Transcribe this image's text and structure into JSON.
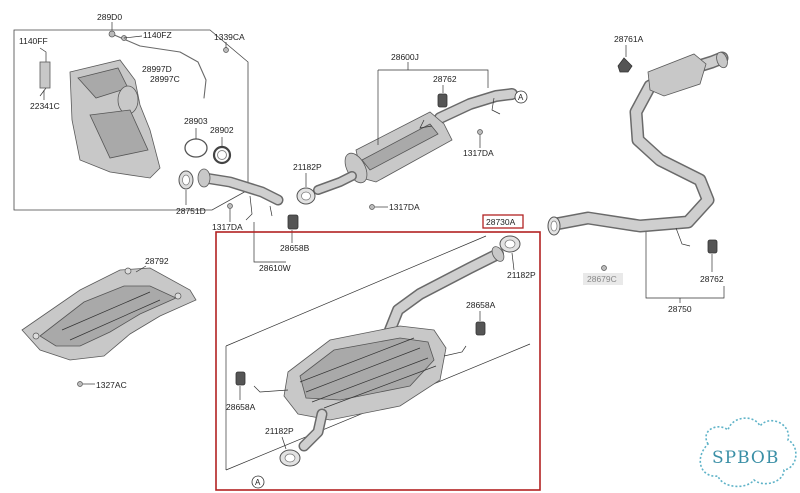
{
  "diagram": {
    "parts": {
      "p289D0": "289D0",
      "p1140FZ": "1140FZ",
      "p1140FF": "1140FF",
      "p1339CA": "1339CA",
      "p28997D": "28997D",
      "p28997C": "28997C",
      "p22341C": "22341C",
      "p28903": "28903",
      "p28902": "28902",
      "p28600J": "28600J",
      "p28762_top": "28762",
      "p28761A": "28761A",
      "p1317DA_mid": "1317DA",
      "p21182P_top": "21182P",
      "p1317DA_ctr": "1317DA",
      "p28751D": "28751D",
      "p1317DA_left": "1317DA",
      "p28658B": "28658B",
      "p28610W": "28610W",
      "p28730A": "28730A",
      "p21182P_right": "21182P",
      "p28679C": "28679C",
      "p28762_right": "28762",
      "p28750": "28750",
      "p28792": "28792",
      "p1327AC": "1327AC",
      "p28658A_top": "28658A",
      "p28658A_bot": "28658A",
      "p21182P_bot": "21182P"
    },
    "refs": {
      "a_top": "A",
      "a_bottom": "A"
    },
    "colors": {
      "highlight_box": "#b22222",
      "watermark": "#3a8fa6"
    },
    "watermark": "SPBOB"
  }
}
